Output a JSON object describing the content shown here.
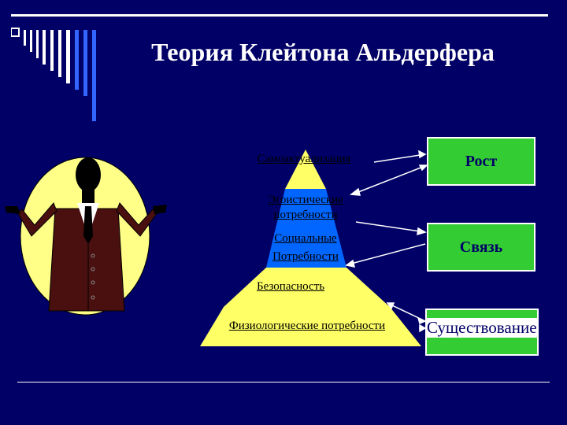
{
  "slide": {
    "title": "Теория Клейтона Альдерфера"
  },
  "pyramid": {
    "levels": [
      {
        "label": "Самоактуализация",
        "color": "#ffff66"
      },
      {
        "label_line1": "Эгоистические",
        "label_line2": "потребности",
        "label_line3": "Социальные",
        "label_line4": "Потребности",
        "color": "#0066ff"
      },
      {
        "label": "Безопасность",
        "color": "#ffff66"
      },
      {
        "label": "Физиологические потребности",
        "color": "#ffff66"
      }
    ]
  },
  "erg": {
    "growth": "Рост",
    "relatedness": "Связь",
    "existence": "Существование"
  },
  "colors": {
    "background": "#000066",
    "box_fill": "#33cc33",
    "pyramid_yellow": "#ffff66",
    "pyramid_blue": "#0066ff",
    "figure_suit": "#4a0f0f",
    "circle_fill": "#ffff88"
  },
  "icons": {
    "figure": "businessman-shrugging-icon",
    "decoration": "vertical-bars-decoration"
  }
}
